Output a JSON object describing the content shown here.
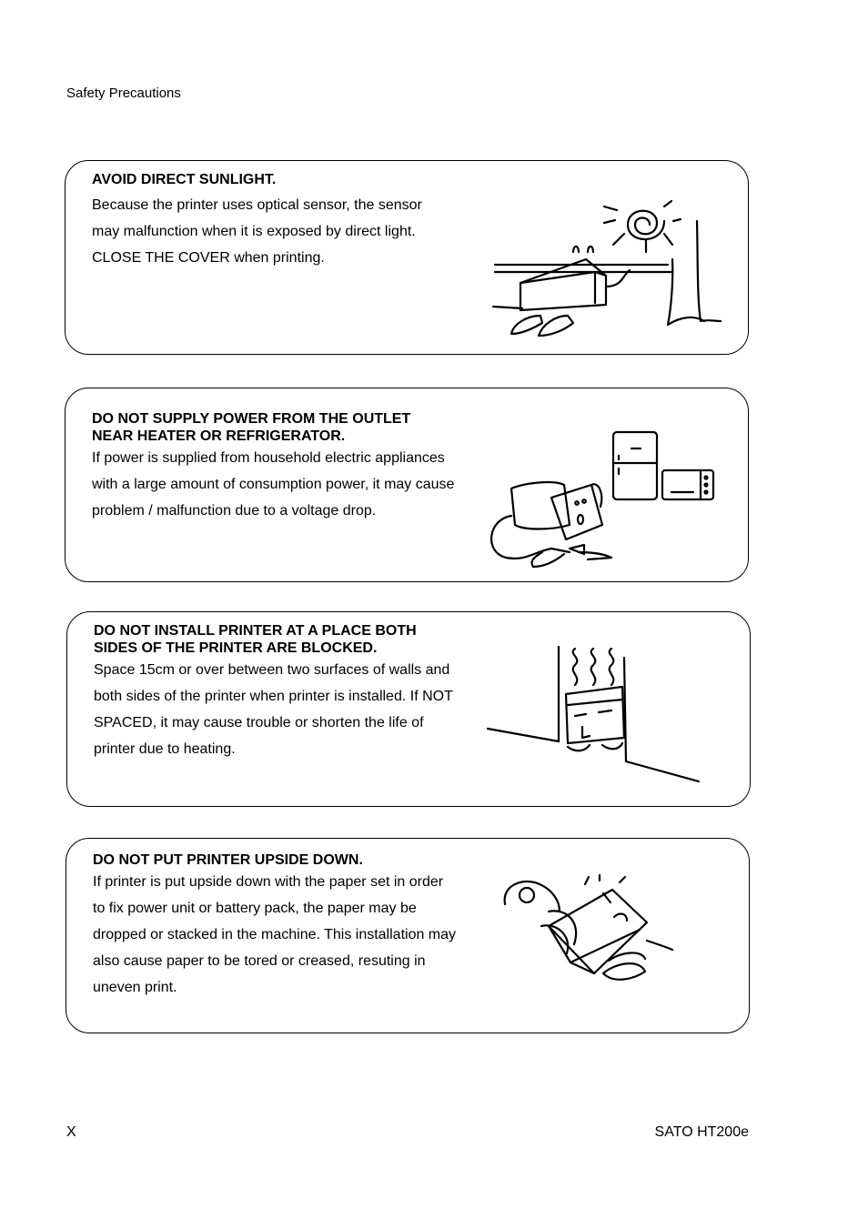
{
  "header": {
    "section": "Safety Precautions"
  },
  "footer": {
    "page": "X",
    "product": "SATO HT200e"
  },
  "cards": [
    {
      "title": "AVOID DIRECT SUNLIGHT.",
      "body": "Because the printer uses optical sensor, the sensor may malfunction when it is exposed by direct light. CLOSE THE COVER when printing.",
      "illustration": "printer-sunlight-illustration"
    },
    {
      "title": "DO NOT SUPPLY POWER FROM THE OUTLET NEAR HEATER OR REFRIGERATOR.",
      "body": "If power is supplied from household electric appliances with a large amount of consumption power, it may cause problem / malfunction due to a voltage drop.",
      "illustration": "printer-refrigerator-illustration"
    },
    {
      "title": "DO NOT INSTALL PRINTER AT A PLACE BOTH SIDES OF THE PRINTER ARE BLOCKED.",
      "body": "Space 15cm or over between two surfaces of walls and both sides of the printer when printer is installed. If NOT SPACED, it may cause trouble or shorten the life of printer due to heating.",
      "illustration": "printer-walls-heat-illustration"
    },
    {
      "title": "DO NOT PUT PRINTER UPSIDE DOWN.",
      "body": "If printer is put upside down with the paper set in order to fix power unit or battery pack, the paper may be dropped or stacked in the machine. This installation may also cause paper to be tored or creased, resuting in uneven print.",
      "illustration": "printer-upside-down-illustration"
    }
  ]
}
